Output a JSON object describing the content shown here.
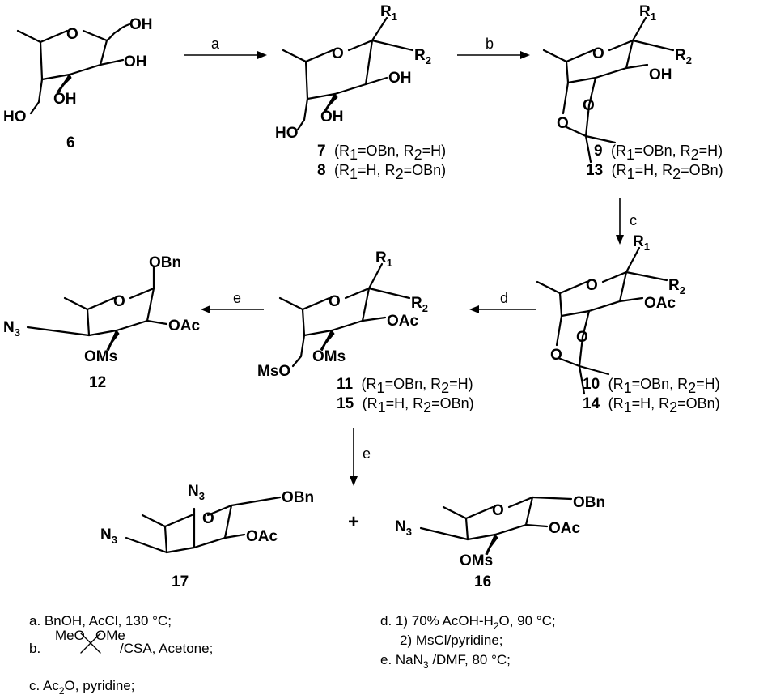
{
  "atoms": {
    "oh": "OH",
    "ho": "HO",
    "o": "O",
    "r1": "R1",
    "r2": "R2",
    "obn": "OBn",
    "oac": "OAc",
    "oms": "OMs",
    "mso": "MsO",
    "n3": "N3"
  },
  "compounds": {
    "c6": "6",
    "c7": "7",
    "c8": "8",
    "c9": "9",
    "c13": "13",
    "c10": "10",
    "c14": "14",
    "c11": "11",
    "c15": "15",
    "c12": "12",
    "c17": "17",
    "c16": "16"
  },
  "substituents": {
    "alpha": "(R1=OBn, R2=H)",
    "beta": "(R1=H, R2=OBn)"
  },
  "arrows": {
    "a": "a",
    "b": "b",
    "c": "c",
    "d": "d",
    "e1": "e",
    "e2": "e"
  },
  "plus": "+",
  "conditions": {
    "a": "a. BnOH, AcCl, 130 °C;",
    "b_meo": "MeO",
    "b_ome": "OMe",
    "b_rest": "/CSA, Acetone;",
    "b_prefix": "b.",
    "c": "c. Ac2O, pyridine;",
    "d1": "d. 1) 70% AcOH-H2O, 90 °C;",
    "d2": "2) MsCl/pyridine;",
    "e": "e. NaN3 /DMF, 80 °C;"
  }
}
